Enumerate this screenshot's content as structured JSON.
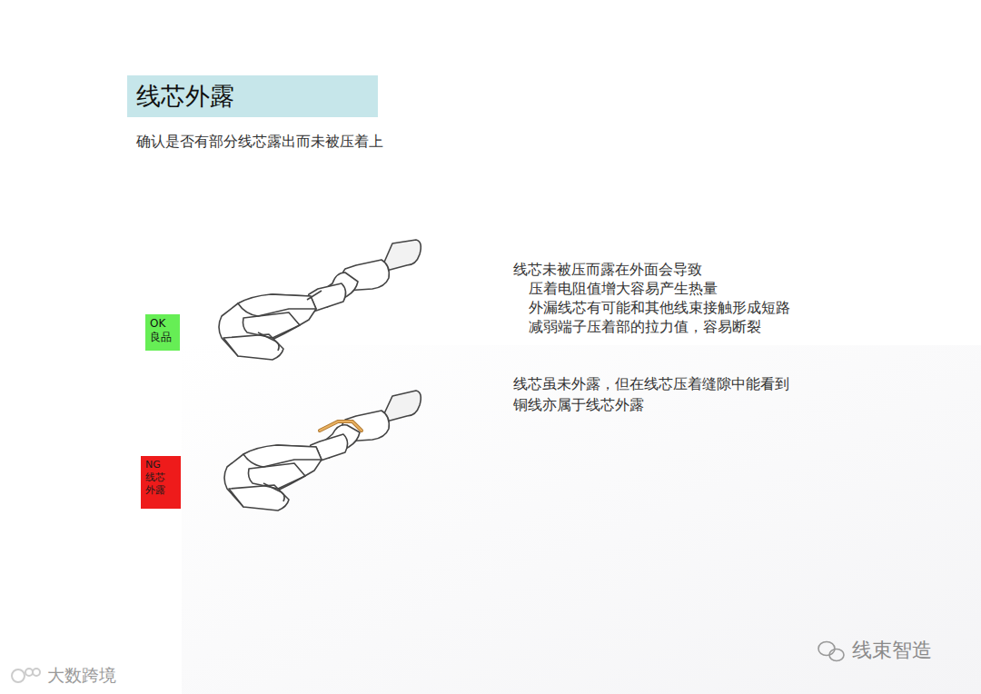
{
  "diagram": {
    "title": "线芯外露",
    "nodes": [
      {
        "text": [
          "OK",
          "良品"
        ]
      },
      {
        "text": [
          "NG",
          "线芯 外露"
        ]
      }
    ],
    "labels": [
      "确认是否有部分线芯露出而未被压着上",
      "线芯未被压而露在外面会导致",
      "压着电阻值增大容易产生热量",
      "外漏线芯有可能和其他线束接触形成短路",
      "减弱端子压着部的拉力值，容易断裂",
      "线芯虽未外露，但在线芯压着缝隙中能看到",
      "铜线亦属于线芯外露",
      "线束智造",
      "大数跨境"
    ]
  }
}
